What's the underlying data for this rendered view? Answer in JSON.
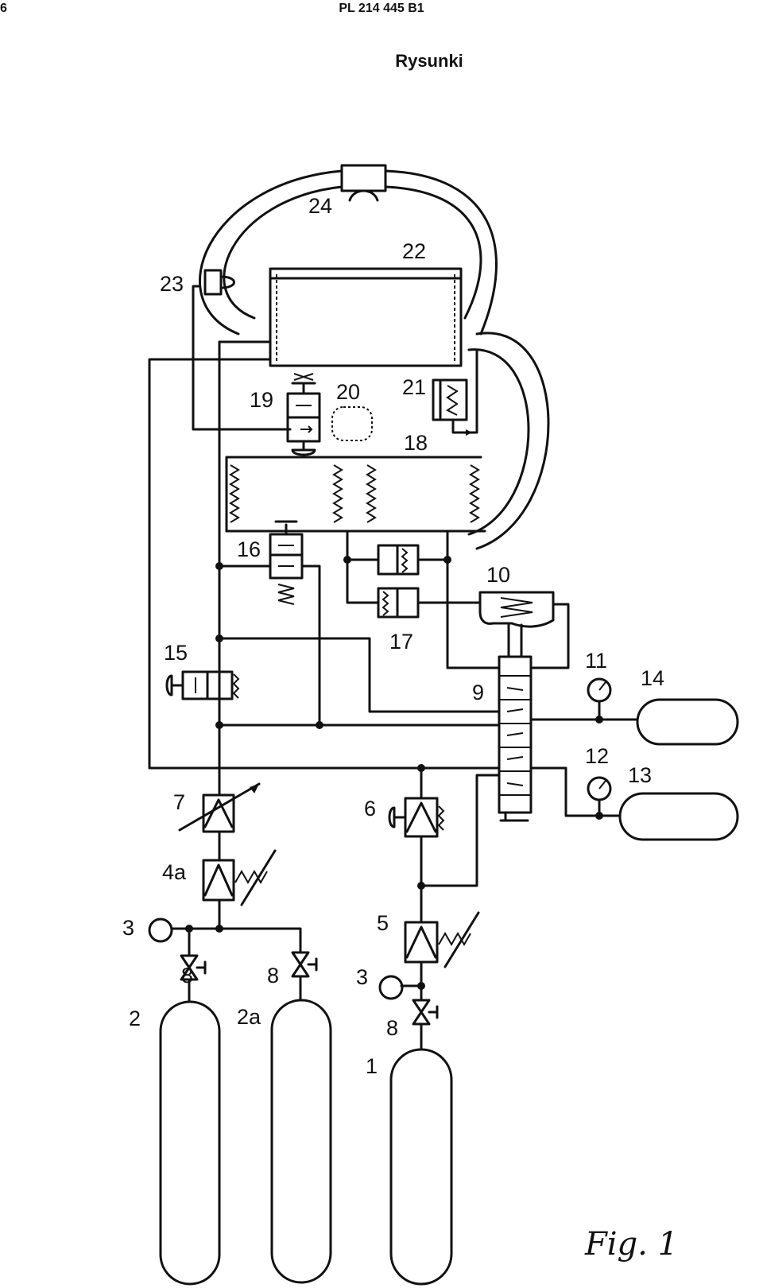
{
  "header": {
    "page_number": "6",
    "document_id": "PL 214 445 B1"
  },
  "section_title": "Rysunki",
  "figure_caption": "Fig. 1",
  "labels": {
    "l1": "1",
    "l2": "2",
    "l2a": "2a",
    "l3a": "3",
    "l3b": "3",
    "l4a": "4a",
    "l5": "5",
    "l6": "6",
    "l7": "7",
    "l8a": "8",
    "l8b": "8",
    "l8c": "8",
    "l9": "9",
    "l10": "10",
    "l11": "11",
    "l12": "12",
    "l13": "13",
    "l14": "14",
    "l15": "15",
    "l16": "16",
    "l17": "17",
    "l18": "18",
    "l19": "19",
    "l20": "20",
    "l21": "21",
    "l22": "22",
    "l23": "23",
    "l24": "24"
  }
}
